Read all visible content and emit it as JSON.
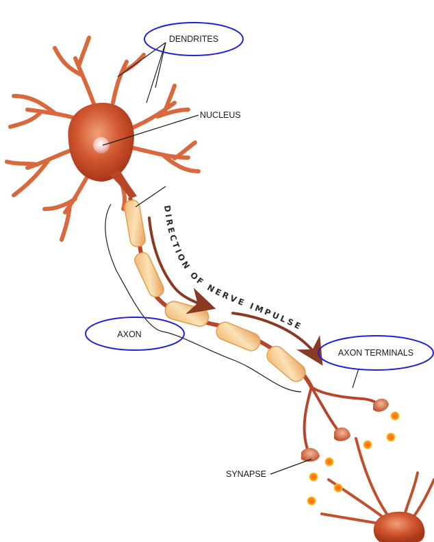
{
  "labels": {
    "dendrites": "DENDRITES",
    "nucleus": "NUCLEUS",
    "axon": "AXON",
    "axon_terminals": "AXON TERMINALS",
    "synapse": "SYNAPSE"
  },
  "impulse_text": "DIRECTION OF NERVE IMPULSE",
  "colors": {
    "neuron_fill": "#c8502a",
    "neuron_dark": "#a33a1e",
    "dendrite": "#d9683c",
    "myelin": "#f5c98a",
    "myelin_edge": "#e39c4d",
    "label_circle": "#1f1fd6",
    "arrow": "#8a3a22",
    "neurotransmitter": "#f2a020",
    "neurotransmitter_core": "#ff7a1a"
  }
}
